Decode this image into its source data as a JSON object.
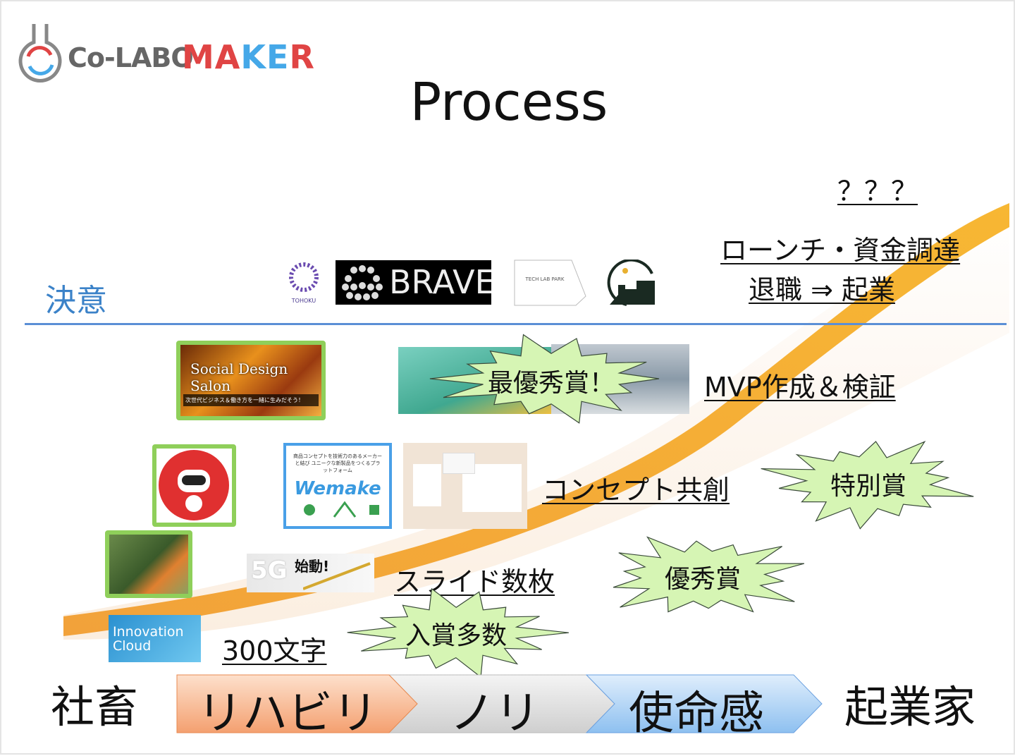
{
  "logo": {
    "co_labo": "Co-LABO",
    "maker_red1": "MA",
    "maker_blue": "KE",
    "maker_red2": "R"
  },
  "title": "Process",
  "top_right": {
    "question": "？？？",
    "launch": "ローンチ・資金調達",
    "retire": "退職 ⇒ 起業"
  },
  "resolve": "決意",
  "logos": {
    "tohoku": "TOHOKU",
    "brave": "BRAVE",
    "techlab": "TECH LAB PARK"
  },
  "row_mvp": {
    "salon": "Social Design Salon",
    "salon_sub": "次世代ビジネス＆働き方を一緒に生みだそう！",
    "award": "最優秀賞！",
    "label": "MVP作成＆検証"
  },
  "row_concept": {
    "wemake_head": "商品コンセプトを技術力のあるメーカーと結び ユニークな新製品をつくるプラットフォーム",
    "wemake": "Wemake",
    "label": "コンセプト共創",
    "award": "特別賞"
  },
  "row_slide": {
    "fiveg": "5G",
    "fiveg_start": "始動!",
    "label": "スライド数枚",
    "award": "優秀賞"
  },
  "row_300": {
    "innovation": "Innovation Cloud",
    "label": "300文字",
    "award": "入賞多数"
  },
  "stages": {
    "start": "社畜",
    "s1": "リハビリ",
    "s2": "ノリ",
    "s3": "使命感",
    "end": "起業家"
  },
  "colors": {
    "swoosh": "#f5a623",
    "star": "#d6f5b4",
    "accent": "#5b8fd6",
    "frame": "#8fcf5a"
  }
}
